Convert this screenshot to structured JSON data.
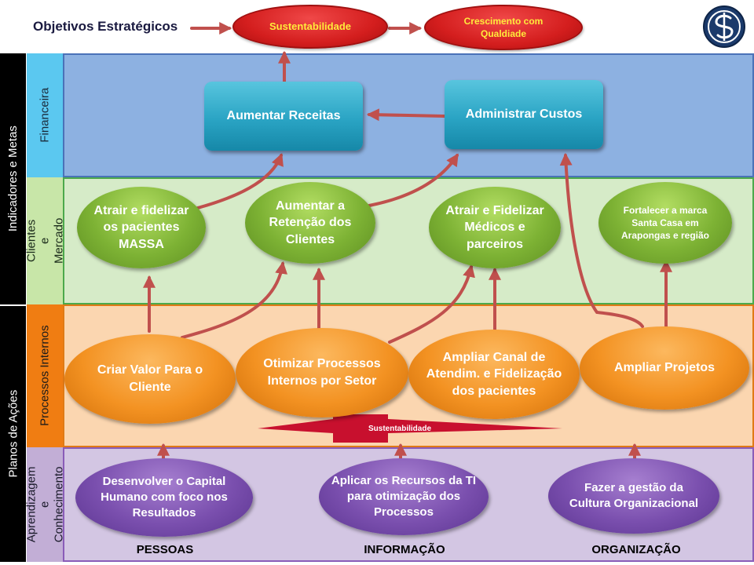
{
  "header": {
    "label": "Objetivos Estratégicos",
    "top_objectives": [
      "Sustentabilidade",
      "Crescimento com Qualdiade"
    ]
  },
  "sidebar": {
    "top_section": "Indicadores e Metas",
    "bottom_section": "Planos de  Ações"
  },
  "perspectives": [
    {
      "label": "Financeira",
      "color": "#5bc8f0"
    },
    {
      "label": "Clientes e Mercado",
      "color": "#c8e6a8"
    },
    {
      "label": "Processos Internos",
      "color": "#f07d12"
    },
    {
      "label": "Aprendizagem e Conhecimento",
      "color": "#c2aed6"
    }
  ],
  "financial": [
    "Aumentar  Receitas",
    "Administrar Custos"
  ],
  "customer": [
    "Atrair e fidelizar os pacientes MASSA",
    "Aumentar a Retenção dos Clientes",
    "Atrair e Fidelizar Médicos e parceiros",
    "Fortalecer a marca Santa  Casa em Arapongas e região"
  ],
  "processes": [
    "Criar Valor Para o Cliente",
    "Otimizar Processos Internos por Setor",
    "Ampliar Canal de Atendim. e Fidelização dos pacientes",
    "Ampliar Projetos"
  ],
  "sustainability_arrow": "Sustentabilidade",
  "learning": [
    "Desenvolver  o Capital Humano com foco nos Resultados",
    "Aplicar os Recursos da TI para otimização dos Processos",
    "Fazer a gestão da Cultura Organizacional"
  ],
  "columns": [
    "PESSOAS",
    "INFORMAÇÃO",
    "ORGANIZAÇÃO"
  ],
  "colors": {
    "band_financial": "#8db1e1",
    "band_customer": "#d6ebc8",
    "band_process": "#fbd6b0",
    "band_learning": "#d3c6e3",
    "arrow": "#c0504d"
  }
}
